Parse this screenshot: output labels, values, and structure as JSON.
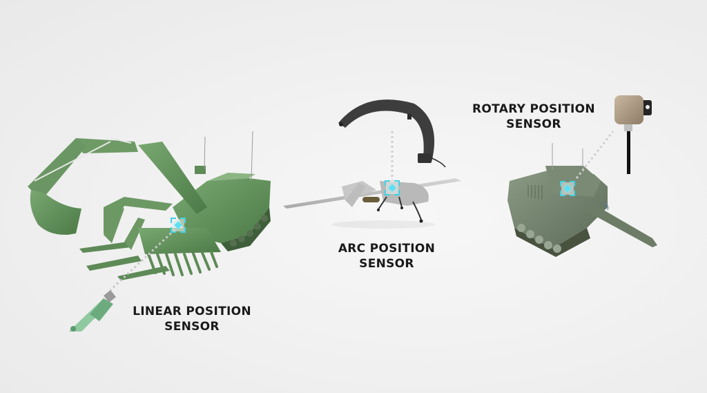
{
  "scene": {
    "background_color": "#f0f0f0",
    "accent_color": "#3fd2e6",
    "vehicle_green": "#5d8a55",
    "tank_green": "#6f806a"
  },
  "callouts": [
    {
      "id": "linear",
      "label_line1": "LINEAR POSITION",
      "label_line2": "SENSOR",
      "vehicle": "armored-engineering-vehicle",
      "sensor": "linear-position-sensor"
    },
    {
      "id": "arc",
      "label_line1": "ARC POSITION",
      "label_line2": "SENSOR",
      "vehicle": "uav-drone",
      "sensor": "arc-position-sensor"
    },
    {
      "id": "rotary",
      "label_line1": "ROTARY POSITION",
      "label_line2": "SENSOR",
      "vehicle": "main-battle-tank",
      "sensor": "rotary-position-sensor"
    }
  ]
}
